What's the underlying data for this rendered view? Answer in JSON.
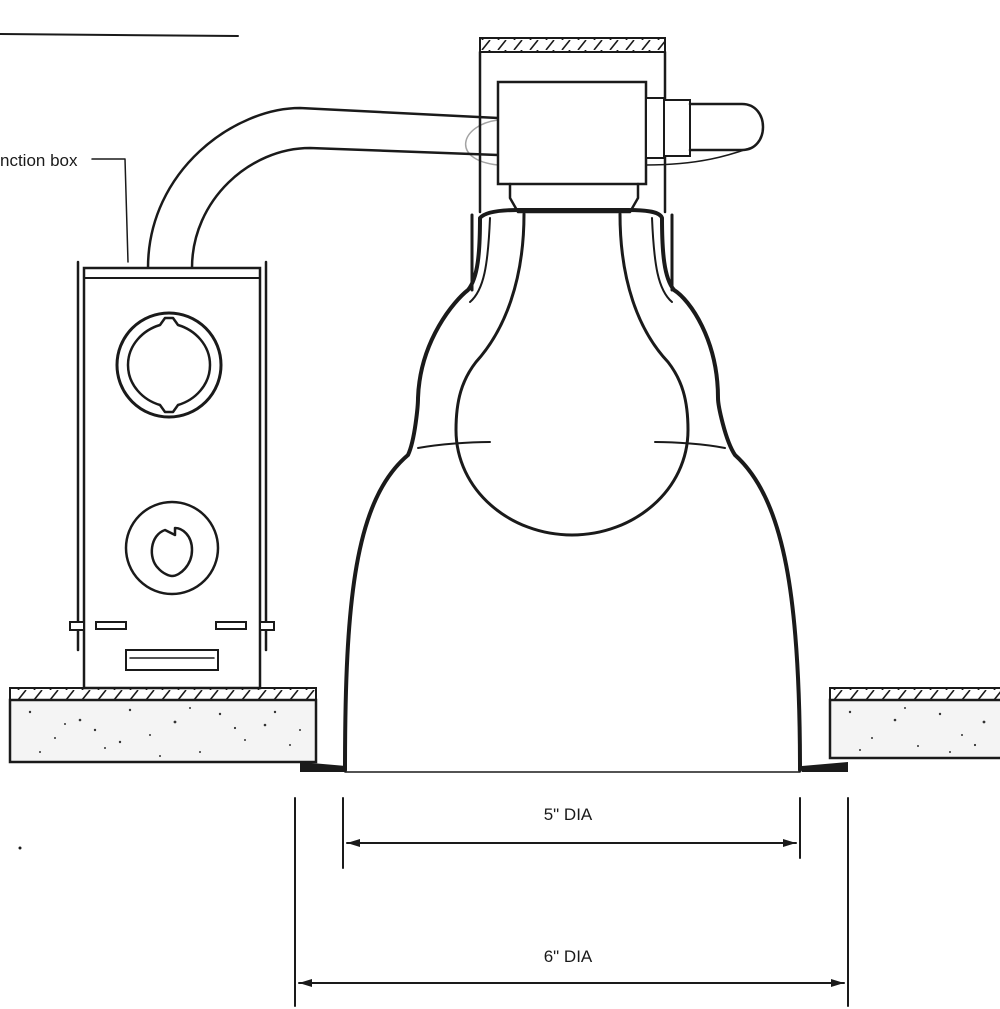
{
  "labels": {
    "junction_box": "nction box",
    "inner_dia": "5\" DIA",
    "outer_dia": "6\" DIA"
  },
  "colors": {
    "ink": "#1a1a1a",
    "paper": "#ffffff",
    "insulation": "#f2f2f2"
  }
}
